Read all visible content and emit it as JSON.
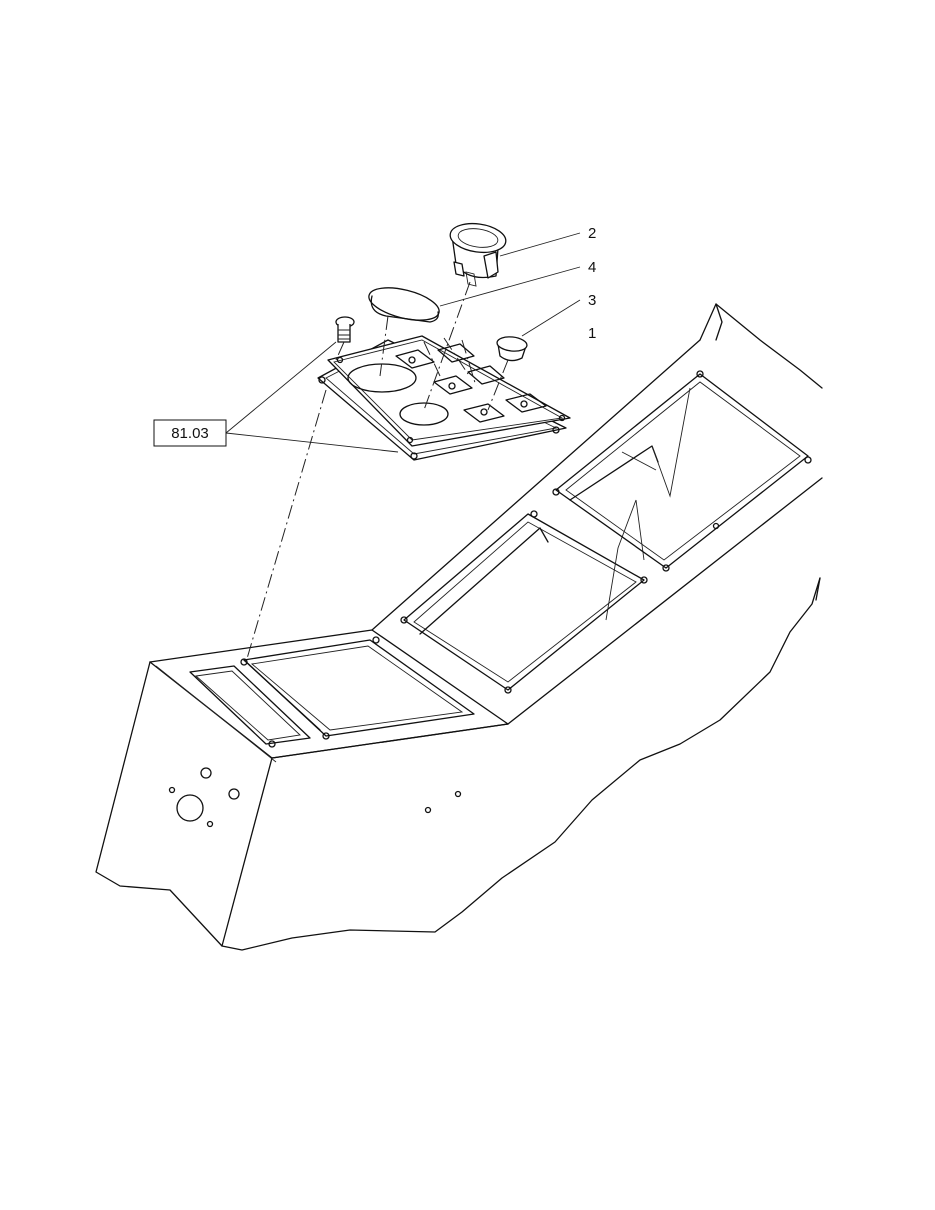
{
  "callouts": {
    "item_2": "2",
    "item_4": "4",
    "item_3": "3",
    "item_1": "1"
  },
  "reference_box": {
    "label": "81.03"
  }
}
